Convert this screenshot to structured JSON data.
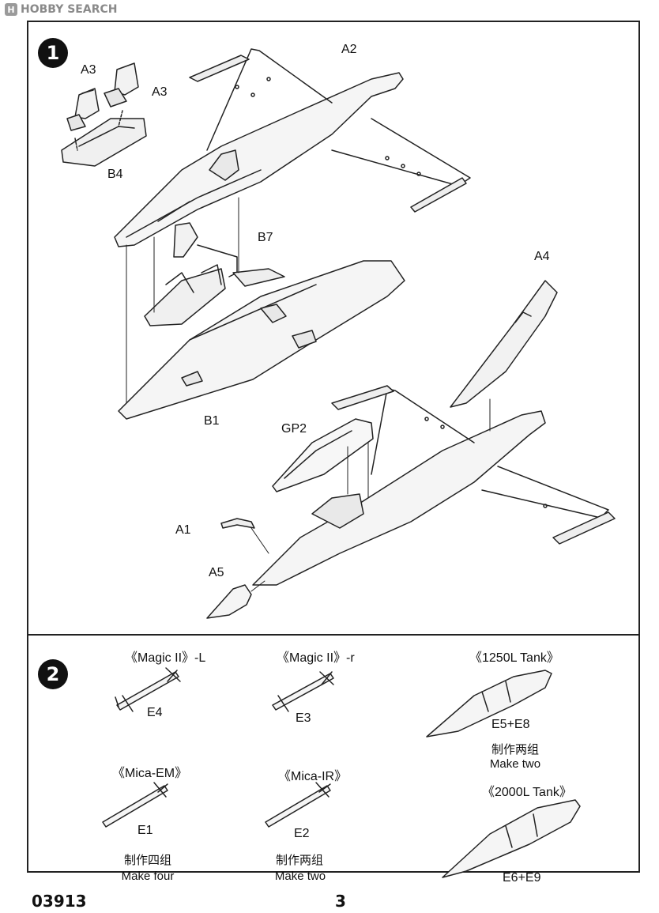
{
  "watermark": {
    "logo": "H",
    "text": "HOBBY SEARCH"
  },
  "step1": {
    "number": "1",
    "parts": {
      "a3_left": "A3",
      "a3_right": "A3",
      "b4": "B4",
      "a2": "A2",
      "b7": "B7",
      "a4": "A4",
      "b1": "B1",
      "gp2": "GP2",
      "a1": "A1",
      "a5": "A5"
    }
  },
  "step2": {
    "number": "2",
    "items": [
      {
        "title": "《Magic II》-L",
        "part": "E4"
      },
      {
        "title": "《Magic II》-r",
        "part": "E3"
      },
      {
        "title": "《1250L Tank》",
        "part": "E5+E8",
        "note_cn": "制作两组",
        "note_en": "Make two"
      },
      {
        "title": "《Mica-EM》",
        "part": "E1",
        "note_cn": "制作四组",
        "note_en": "Make four"
      },
      {
        "title": "《Mica-IR》",
        "part": "E2",
        "note_cn": "制作两组",
        "note_en": "Make two"
      },
      {
        "title": "《2000L Tank》",
        "part": "E6+E9"
      }
    ]
  },
  "footer": {
    "code": "03913",
    "page": "3"
  }
}
